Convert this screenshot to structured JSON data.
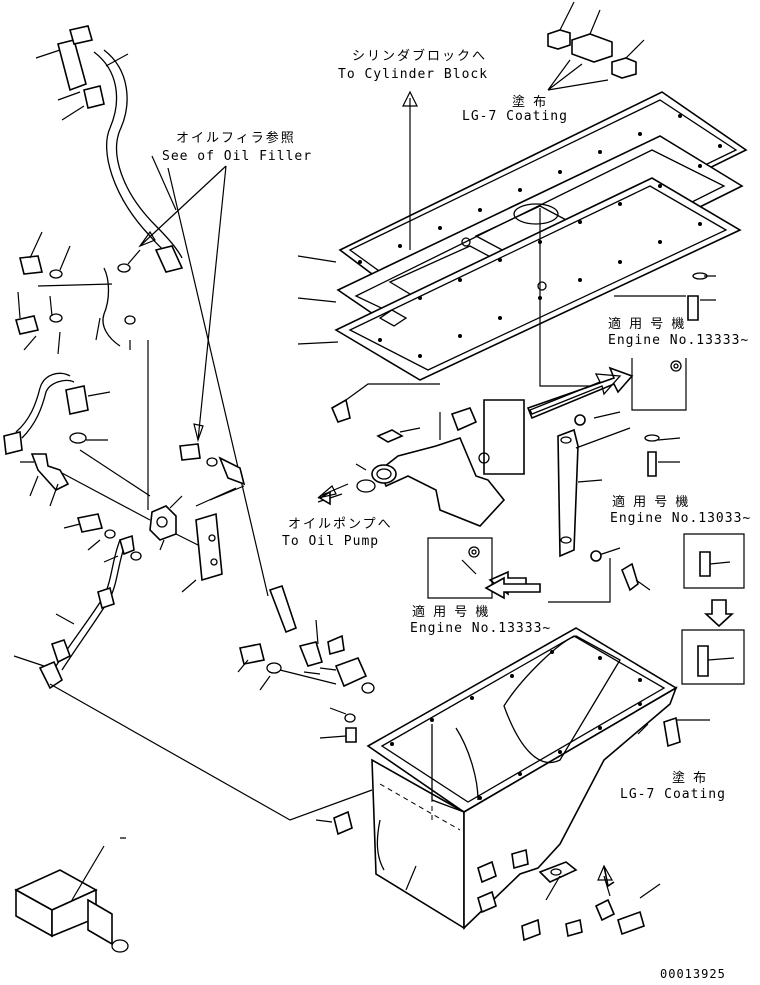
{
  "labels": {
    "to_cylinder_block_jp": "シリンダブロックへ",
    "to_cylinder_block_en": "To Cylinder Block",
    "coating_top_jp": "塗 布",
    "coating_top_en": "LG-7 Coating",
    "see_oil_filler_jp": "オイルフィラ参照",
    "see_oil_filler_en": "See of Oil Filler",
    "engine_no_1_jp": "適 用 号 機",
    "engine_no_1_en": "Engine No.13333~",
    "engine_no_2_jp": "適 用 号 機",
    "engine_no_2_en": "Engine No.13033~",
    "to_oil_pump_jp": "オイルポンプへ",
    "to_oil_pump_en": "To Oil Pump",
    "engine_no_3_jp": "適 用 号 機",
    "engine_no_3_en": "Engine No.13333~",
    "coating_bottom_jp": "塗 布",
    "coating_bottom_en": "LG-7 Coating",
    "figure_number": "00013925"
  },
  "colors": {
    "line": "#000000",
    "background": "#ffffff"
  }
}
